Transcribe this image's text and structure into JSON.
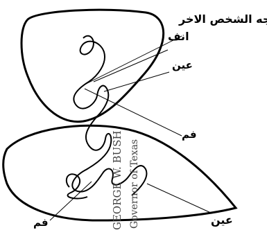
{
  "labels": {
    "other_face": "وجه الشخص الاخر",
    "nose": "انف",
    "eye_top": "عين",
    "mouth_top": "فم",
    "eye_bottom": "عين",
    "mouth_bottom": "فم"
  },
  "signature_caption": {
    "name": "GEORGE W. BUSH",
    "title": "Governor of Texas"
  },
  "colors": {
    "ink": "#000000",
    "caption": "#444444"
  }
}
